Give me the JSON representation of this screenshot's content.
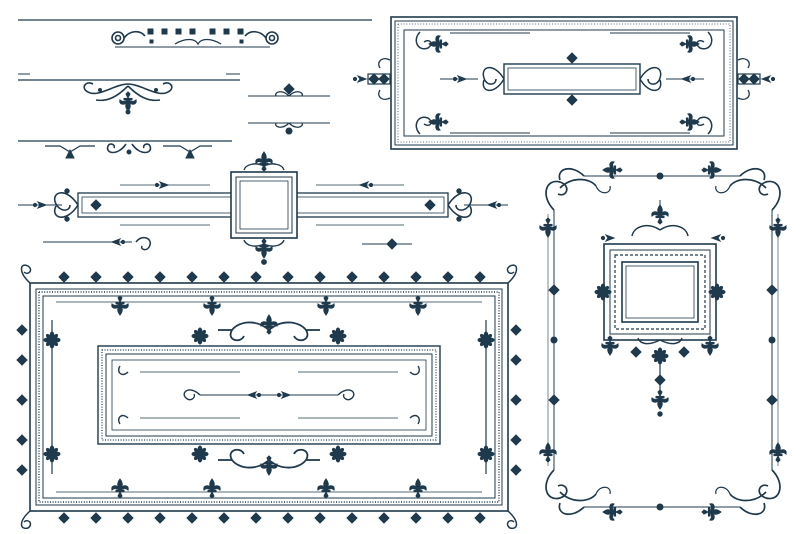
{
  "palette": {
    "ink": "#1f3a4d",
    "paper": "#ffffff",
    "wash": "#f7f9fa"
  },
  "ornaments": {
    "dividers": [
      {
        "name": "divider-scroll-dots",
        "style": "dots-scroll"
      },
      {
        "name": "divider-flourish-center",
        "style": "center-flourish"
      },
      {
        "name": "divider-small-ornament",
        "style": "small-ornament"
      },
      {
        "name": "divider-long-scrolls",
        "style": "long-scrolls"
      },
      {
        "name": "divider-short-pair",
        "style": "short-pair"
      }
    ],
    "frames": [
      {
        "name": "frame-top-right-banner",
        "style": "rectangular-banner"
      },
      {
        "name": "frame-horizontal-cartouche",
        "style": "cartouche-with-square"
      },
      {
        "name": "frame-large-bottom-left",
        "style": "nested-rectangle"
      },
      {
        "name": "frame-floral-right",
        "style": "floral-corner-frame"
      },
      {
        "name": "frame-square-hanging",
        "style": "hanging-square"
      }
    ],
    "icons": [
      "scroll-icon",
      "fleur-de-lis-icon",
      "diamond-icon",
      "rosette-icon",
      "flourish-icon"
    ]
  }
}
